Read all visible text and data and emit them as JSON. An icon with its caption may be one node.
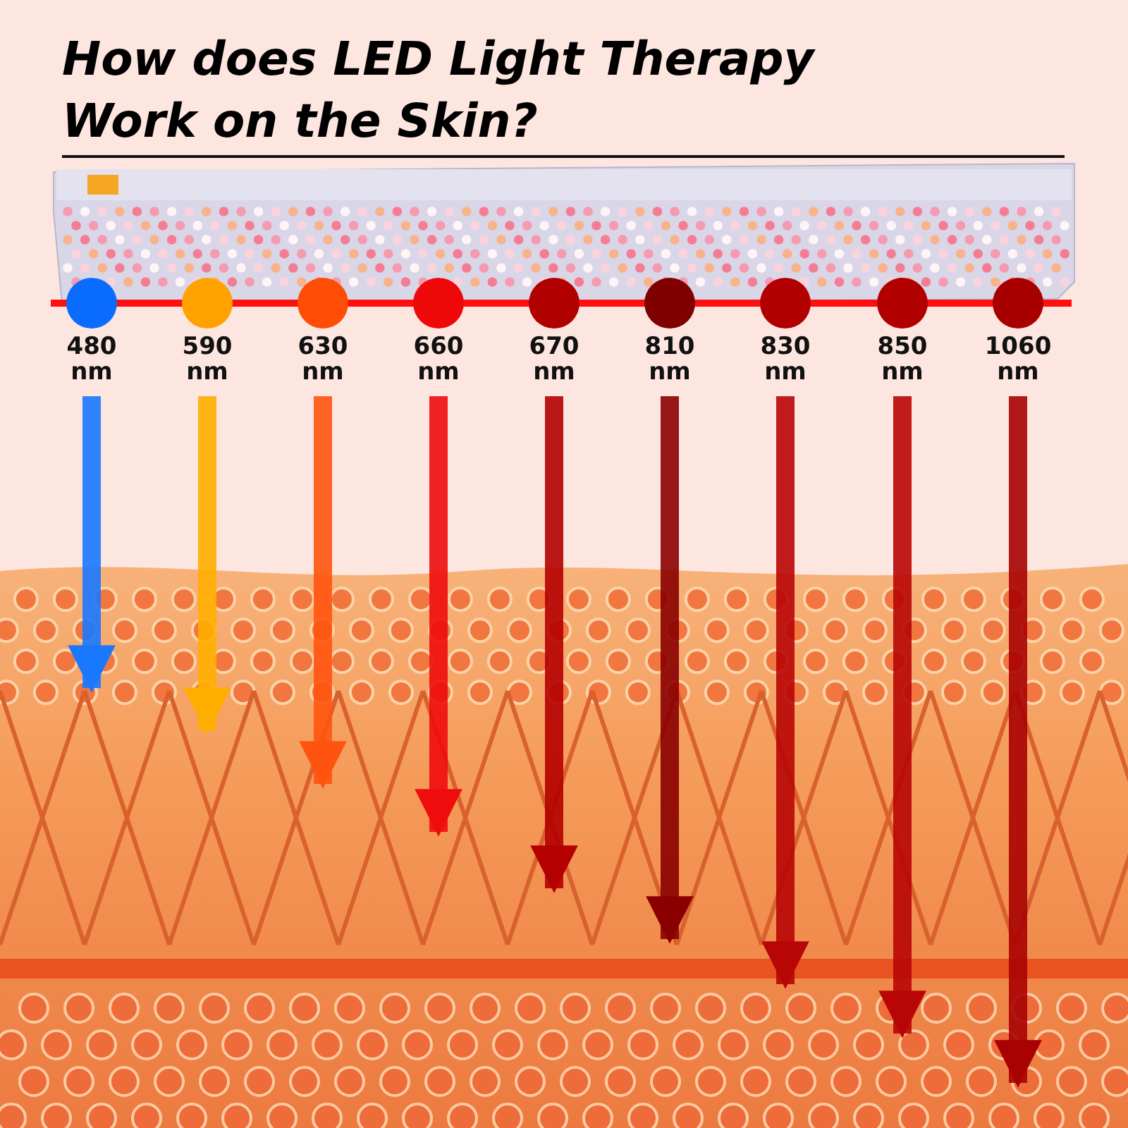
{
  "diagram": {
    "title": "How does LED Light Therapy Work on the Skin?",
    "nodes": [
      {
        "text": [],
        "shape": "circle",
        "beside": [
          "480 nm"
        ]
      },
      {
        "text": [],
        "shape": "circle",
        "beside": [
          "590 nm"
        ]
      },
      {
        "text": [],
        "shape": "circle",
        "beside": [
          "630 nm"
        ]
      },
      {
        "text": [],
        "shape": "circle",
        "beside": [
          "660 nm"
        ]
      },
      {
        "text": [],
        "shape": "circle",
        "beside": [
          "670 nm"
        ]
      },
      {
        "text": [],
        "shape": "circle",
        "beside": [
          "810 nm"
        ]
      },
      {
        "text": [],
        "shape": "circle",
        "beside": [
          "830 nm"
        ]
      },
      {
        "text": [],
        "shape": "circle",
        "beside": [
          "850 nm"
        ]
      },
      {
        "text": [],
        "shape": "circle",
        "beside": [
          "1060 nm"
        ]
      }
    ],
    "edges": [
      {
        "from": 0,
        "to": null,
        "arrow": "to",
        "color": "#1a78ff"
      },
      {
        "from": 1,
        "to": null,
        "arrow": "to",
        "color": "#ffae00"
      },
      {
        "from": 2,
        "to": null,
        "arrow": "to",
        "color": "#ff5410"
      },
      {
        "from": 3,
        "to": null,
        "arrow": "to",
        "color": "#ee0c0c"
      },
      {
        "from": 4,
        "to": null,
        "arrow": "to",
        "color": "#b40000"
      },
      {
        "from": 5,
        "to": null,
        "arrow": "to",
        "color": "#8a0000"
      },
      {
        "from": 6,
        "to": null,
        "arrow": "to",
        "color": "#b80606"
      },
      {
        "from": 7,
        "to": null,
        "arrow": "to",
        "color": "#b80606"
      },
      {
        "from": 8,
        "to": null,
        "arrow": "to",
        "color": "#a80202"
      }
    ]
  }
}
